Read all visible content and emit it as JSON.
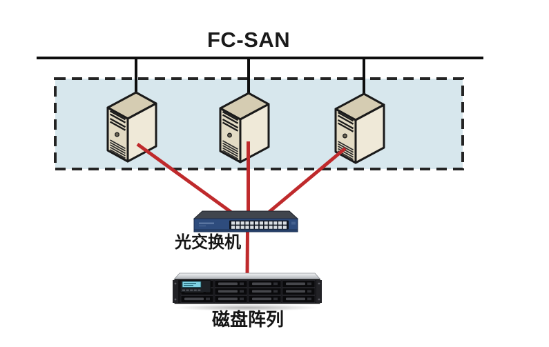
{
  "diagram": {
    "title": "FC-SAN",
    "type": "fc-san-topology",
    "colors": {
      "zone_fill": "#d7e7ed",
      "zone_border": "#242424",
      "bus": "#0d0d0d",
      "link": "#bf2a2c",
      "server_body": "#e9e2cf",
      "switch_front": "#2e4c7d",
      "array_lid": "#c6cacf"
    },
    "zone": {
      "style": "dashed",
      "contains": [
        "server-1",
        "server-2",
        "server-3"
      ]
    },
    "nodes": [
      {
        "id": "server-1",
        "icon": "server-tower-icon"
      },
      {
        "id": "server-2",
        "icon": "server-tower-icon"
      },
      {
        "id": "server-3",
        "icon": "server-tower-icon"
      },
      {
        "id": "fiber-switch",
        "icon": "network-switch-icon",
        "label": "光交换机"
      },
      {
        "id": "disk-array",
        "icon": "storage-array-icon",
        "label": "磁盘阵列"
      }
    ],
    "links": [
      {
        "from": "fc-san-bus",
        "to": "server-1",
        "style": "black"
      },
      {
        "from": "fc-san-bus",
        "to": "server-2",
        "style": "black"
      },
      {
        "from": "fc-san-bus",
        "to": "server-3",
        "style": "black"
      },
      {
        "from": "server-1",
        "to": "fiber-switch",
        "style": "red"
      },
      {
        "from": "server-2",
        "to": "fiber-switch",
        "style": "red"
      },
      {
        "from": "server-3",
        "to": "fiber-switch",
        "style": "red"
      },
      {
        "from": "fiber-switch",
        "to": "disk-array",
        "style": "red"
      }
    ]
  }
}
